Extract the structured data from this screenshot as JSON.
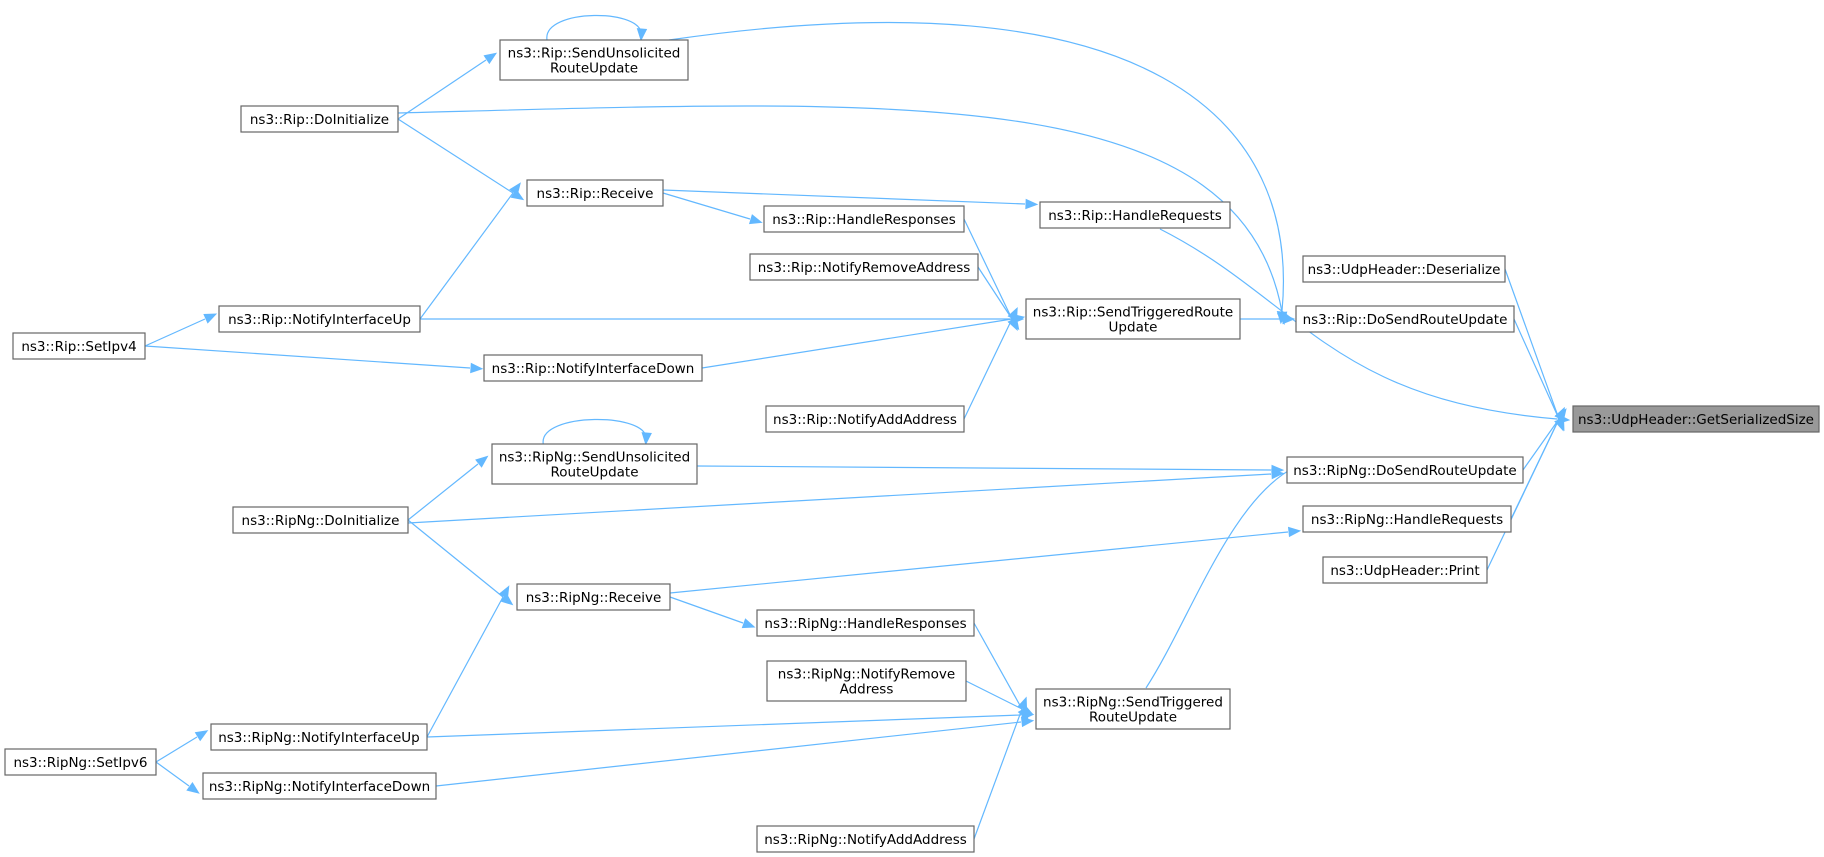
{
  "diagram": {
    "type": "caller-graph",
    "colors": {
      "edge": "#63b8ff",
      "node_border": "#666666",
      "focus_fill": "#999999",
      "node_fill": "#ffffff"
    },
    "focus_node": "udp_get",
    "nodes": [
      {
        "id": "udp_get",
        "lines": [
          "ns3::UdpHeader::GetSerializedSize"
        ]
      },
      {
        "id": "rip_sendunsol",
        "lines": [
          "ns3::Rip::SendUnsolicited",
          "RouteUpdate"
        ]
      },
      {
        "id": "rip_doinit",
        "lines": [
          "ns3::Rip::DoInitialize"
        ]
      },
      {
        "id": "rip_receive",
        "lines": [
          "ns3::Rip::Receive"
        ]
      },
      {
        "id": "rip_handleresp",
        "lines": [
          "ns3::Rip::HandleResponses"
        ]
      },
      {
        "id": "rip_handlereq",
        "lines": [
          "ns3::Rip::HandleRequests"
        ]
      },
      {
        "id": "udp_deser",
        "lines": [
          "ns3::UdpHeader::Deserialize"
        ]
      },
      {
        "id": "rip_notifyremove",
        "lines": [
          "ns3::Rip::NotifyRemoveAddress"
        ]
      },
      {
        "id": "rip_sendtrig",
        "lines": [
          "ns3::Rip::SendTriggeredRoute",
          "Update"
        ]
      },
      {
        "id": "rip_dosend",
        "lines": [
          "ns3::Rip::DoSendRouteUpdate"
        ]
      },
      {
        "id": "rip_ifup",
        "lines": [
          "ns3::Rip::NotifyInterfaceUp"
        ]
      },
      {
        "id": "rip_setipv4",
        "lines": [
          "ns3::Rip::SetIpv4"
        ]
      },
      {
        "id": "rip_ifdown",
        "lines": [
          "ns3::Rip::NotifyInterfaceDown"
        ]
      },
      {
        "id": "rip_notifyadd",
        "lines": [
          "ns3::Rip::NotifyAddAddress"
        ]
      },
      {
        "id": "ripng_sendunsol",
        "lines": [
          "ns3::RipNg::SendUnsolicited",
          "RouteUpdate"
        ]
      },
      {
        "id": "ripng_dosend",
        "lines": [
          "ns3::RipNg::DoSendRouteUpdate"
        ]
      },
      {
        "id": "ripng_doinit",
        "lines": [
          "ns3::RipNg::DoInitialize"
        ]
      },
      {
        "id": "ripng_handlereq",
        "lines": [
          "ns3::RipNg::HandleRequests"
        ]
      },
      {
        "id": "udp_print",
        "lines": [
          "ns3::UdpHeader::Print"
        ]
      },
      {
        "id": "ripng_receive",
        "lines": [
          "ns3::RipNg::Receive"
        ]
      },
      {
        "id": "ripng_handleresp",
        "lines": [
          "ns3::RipNg::HandleResponses"
        ]
      },
      {
        "id": "ripng_notifyremove",
        "lines": [
          "ns3::RipNg::NotifyRemove",
          "Address"
        ]
      },
      {
        "id": "ripng_sendtrig",
        "lines": [
          "ns3::RipNg::SendTriggered",
          "RouteUpdate"
        ]
      },
      {
        "id": "ripng_ifup",
        "lines": [
          "ns3::RipNg::NotifyInterfaceUp"
        ]
      },
      {
        "id": "ripng_setipv6",
        "lines": [
          "ns3::RipNg::SetIpv6"
        ]
      },
      {
        "id": "ripng_ifdown",
        "lines": [
          "ns3::RipNg::NotifyInterfaceDown"
        ]
      },
      {
        "id": "ripng_notifyadd",
        "lines": [
          "ns3::RipNg::NotifyAddAddress"
        ]
      }
    ],
    "edges": [
      {
        "from": "rip_sendunsol",
        "to": "rip_sendunsol"
      },
      {
        "from": "rip_sendunsol",
        "to": "rip_dosend"
      },
      {
        "from": "rip_doinit",
        "to": "rip_sendunsol"
      },
      {
        "from": "rip_doinit",
        "to": "rip_dosend"
      },
      {
        "from": "rip_doinit",
        "to": "rip_receive"
      },
      {
        "from": "rip_receive",
        "to": "rip_handlereq"
      },
      {
        "from": "rip_receive",
        "to": "rip_handleresp"
      },
      {
        "from": "rip_handlereq",
        "to": "udp_get"
      },
      {
        "from": "rip_handleresp",
        "to": "rip_sendtrig"
      },
      {
        "from": "rip_notifyremove",
        "to": "rip_sendtrig"
      },
      {
        "from": "rip_ifup",
        "to": "rip_receive"
      },
      {
        "from": "rip_ifup",
        "to": "rip_sendtrig"
      },
      {
        "from": "rip_setipv4",
        "to": "rip_ifup"
      },
      {
        "from": "rip_setipv4",
        "to": "rip_ifdown"
      },
      {
        "from": "rip_ifdown",
        "to": "rip_sendtrig"
      },
      {
        "from": "rip_notifyadd",
        "to": "rip_sendtrig"
      },
      {
        "from": "rip_sendtrig",
        "to": "rip_dosend"
      },
      {
        "from": "rip_dosend",
        "to": "udp_get"
      },
      {
        "from": "udp_deser",
        "to": "udp_get"
      },
      {
        "from": "ripng_sendunsol",
        "to": "ripng_sendunsol"
      },
      {
        "from": "ripng_sendunsol",
        "to": "ripng_dosend"
      },
      {
        "from": "ripng_doinit",
        "to": "ripng_sendunsol"
      },
      {
        "from": "ripng_doinit",
        "to": "ripng_dosend"
      },
      {
        "from": "ripng_doinit",
        "to": "ripng_receive"
      },
      {
        "from": "ripng_receive",
        "to": "ripng_handlereq"
      },
      {
        "from": "ripng_receive",
        "to": "ripng_handleresp"
      },
      {
        "from": "ripng_ifup",
        "to": "ripng_receive"
      },
      {
        "from": "ripng_ifup",
        "to": "ripng_sendtrig"
      },
      {
        "from": "ripng_setipv6",
        "to": "ripng_ifup"
      },
      {
        "from": "ripng_setipv6",
        "to": "ripng_ifdown"
      },
      {
        "from": "ripng_ifdown",
        "to": "ripng_sendtrig"
      },
      {
        "from": "ripng_handleresp",
        "to": "ripng_sendtrig"
      },
      {
        "from": "ripng_notifyremove",
        "to": "ripng_sendtrig"
      },
      {
        "from": "ripng_notifyadd",
        "to": "ripng_sendtrig"
      },
      {
        "from": "ripng_sendtrig",
        "to": "ripng_dosend"
      },
      {
        "from": "ripng_dosend",
        "to": "udp_get"
      },
      {
        "from": "ripng_handlereq",
        "to": "udp_get"
      },
      {
        "from": "udp_print",
        "to": "udp_get"
      }
    ]
  }
}
